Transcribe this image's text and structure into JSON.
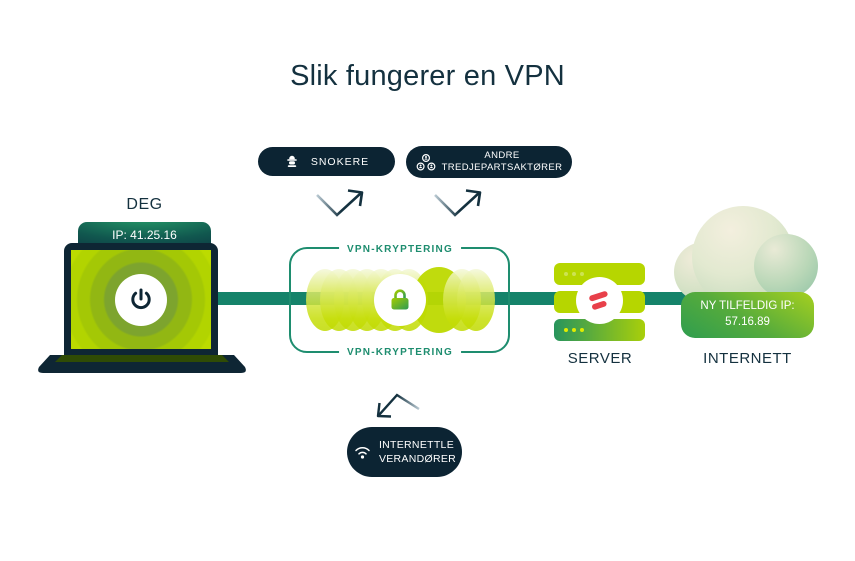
{
  "title": "Slik fungerer en VPN",
  "you": {
    "label": "DEG",
    "ip_badge": "IP: 41.25.16"
  },
  "tunnel": {
    "label_top": "VPN-KRYPTERING",
    "label_bottom": "VPN-KRYPTERING"
  },
  "server": {
    "label": "SERVER"
  },
  "internet": {
    "label": "INTERNETT",
    "new_ip_line1": "NY TILFELDIG IP:",
    "new_ip_line2": "57.16.89"
  },
  "threats": {
    "snoopers": {
      "label": "SNOKERE",
      "icon": "spy-icon"
    },
    "third_parties": {
      "line1": "ANDRE",
      "line2": "TREDJEPARTSAKTØRER",
      "icon": "people-network-icon"
    },
    "isp": {
      "line1": "INTERNETTLE",
      "line2": "VERANDØRER",
      "icon": "wifi-icon"
    }
  },
  "colors": {
    "navy": "#0c2433",
    "teal_line": "#15836a",
    "tunnel_teal": "#1e8d6f",
    "lime": "#bcd900",
    "logo_red": "#e8404a"
  }
}
